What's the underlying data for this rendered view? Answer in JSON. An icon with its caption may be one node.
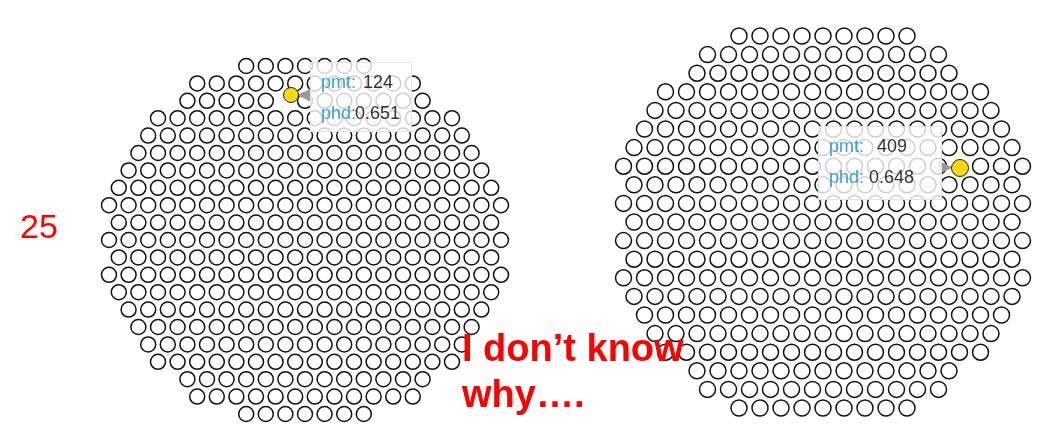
{
  "diagram": {
    "nodes": [
      {
        "text": [
          "pmt:",
          "124",
          "phd:",
          "0.651"
        ]
      },
      {
        "text": [],
        "shape": "circle"
      },
      {
        "text": [
          "pmt:",
          "409",
          "phd:",
          "0.648"
        ]
      },
      {
        "text": [],
        "shape": "circle"
      }
    ],
    "edges": [
      {
        "from": 0,
        "to": 1,
        "arrow": "to"
      },
      {
        "from": 2,
        "to": 3,
        "arrow": "to"
      }
    ],
    "labels": [
      "25",
      "I don’t know why…."
    ]
  }
}
